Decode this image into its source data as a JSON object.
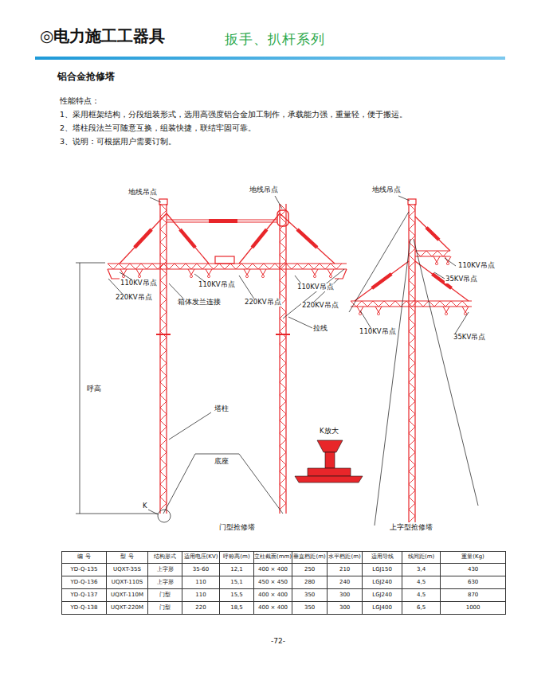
{
  "diagram": {
    "title": "◎电力施工工器具",
    "labels": [
      "扳手、扒杆系列",
      "铝合金抢修塔",
      "性能特点：",
      "1、采用框架结构，分段组装形式，选用高强度铝合金加工制作，承载能力强，重量轻，便于搬运。",
      "2、塔柱段法兰可随意互换，组装快捷，联结牢固可靠。",
      "3、说明：可根据用户需要订制。",
      "地线吊点",
      "地线吊点",
      "地线吊点",
      "110KV吊点",
      "220KV吊点",
      "110KV吊点",
      "箱体发兰连接",
      "220KV吊点",
      "110KV吊点",
      "220KV吊点",
      "拉线",
      "110KV吊点",
      "35KV吊点",
      "110KV吊点",
      "35KV吊点",
      "呼高",
      "塔柱",
      "底座",
      "K",
      "K放大",
      "门型抢修塔",
      "上字型抢修塔",
      "编 号",
      "型 号",
      "结构形式",
      "适用电压(KV)",
      "呼称高(m)",
      "立柱截面(mm)",
      "垂直档距(m)",
      "水平档距(m)",
      "适用导线",
      "线间距(m)",
      "重量(Kg)",
      "YD-Q-135",
      "UQXT-35S",
      "上字形",
      "35-60",
      "12,1",
      "400 × 400",
      "250",
      "210",
      "LGJ150",
      "3,4",
      "430",
      "YD-Q-136",
      "UQXT-110S",
      "上字形",
      "110",
      "15,1",
      "450 × 450",
      "280",
      "240",
      "LGJ240",
      "4,5",
      "630",
      "YD-Q-137",
      "UQXT-110M",
      "门型",
      "110",
      "15,5",
      "400 × 400",
      "350",
      "300",
      "LGJ240",
      "4,5",
      "870",
      "YD-Q-138",
      "UQXT-220M",
      "门型",
      "220",
      "18,5",
      "400 × 400",
      "350",
      "300",
      "LGJ400",
      "6,5",
      "1000",
      "-72-"
    ]
  }
}
